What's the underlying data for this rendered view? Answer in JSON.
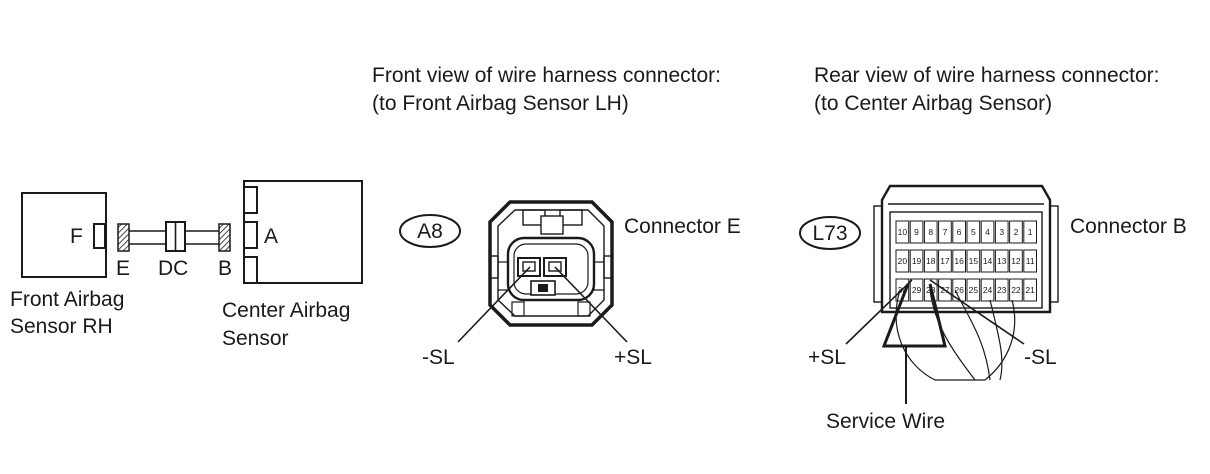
{
  "block_diagram": {
    "front_sensor": {
      "letter": "F",
      "label_line1": "Front Airbag",
      "label_line2": "Sensor RH"
    },
    "center_sensor": {
      "letter": "A",
      "label_line1": "Center Airbag",
      "label_line2": "Sensor"
    },
    "connectors": {
      "e": "E",
      "dc": "DC",
      "b": "B"
    }
  },
  "front_view": {
    "title_line1": "Front view of wire harness connector:",
    "title_line2": "(to Front Airbag Sensor LH)",
    "code": "A8",
    "connector_label": "Connector E",
    "pin_minus": "-SL",
    "pin_plus": "+SL"
  },
  "rear_view": {
    "title_line1": "Rear view of wire harness connector:",
    "title_line2": "(to Center Airbag Sensor)",
    "code": "L73",
    "connector_label": "Connector B",
    "pin_plus": "+SL",
    "pin_minus": "-SL",
    "service_wire": "Service Wire",
    "pin_rows": [
      [
        "10",
        "9",
        "8",
        "7",
        "6",
        "5",
        "4",
        "3",
        "2",
        "1"
      ],
      [
        "20",
        "19",
        "18",
        "17",
        "16",
        "15",
        "14",
        "13",
        "12",
        "11"
      ],
      [
        "30",
        "29",
        "28",
        "27",
        "26",
        "25",
        "24",
        "23",
        "22",
        "21"
      ]
    ]
  }
}
